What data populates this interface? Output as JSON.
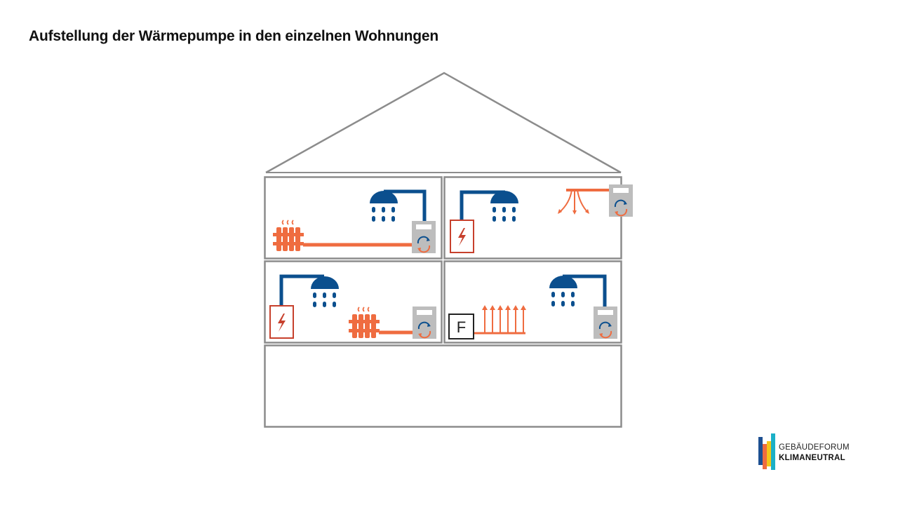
{
  "title": "Aufstellung der Wärmepumpe in den einzelnen Wohnungen",
  "fbox_label": "F",
  "logo": {
    "line1": "GEBÄUDEFORUM",
    "line2": "KLIMANEUTRAL"
  },
  "colors": {
    "outline": "#8c8c8c",
    "water": "#0b4f8e",
    "heat": "#ef6c40",
    "electric": "#c7402c",
    "unit": "#bdbdbd"
  }
}
